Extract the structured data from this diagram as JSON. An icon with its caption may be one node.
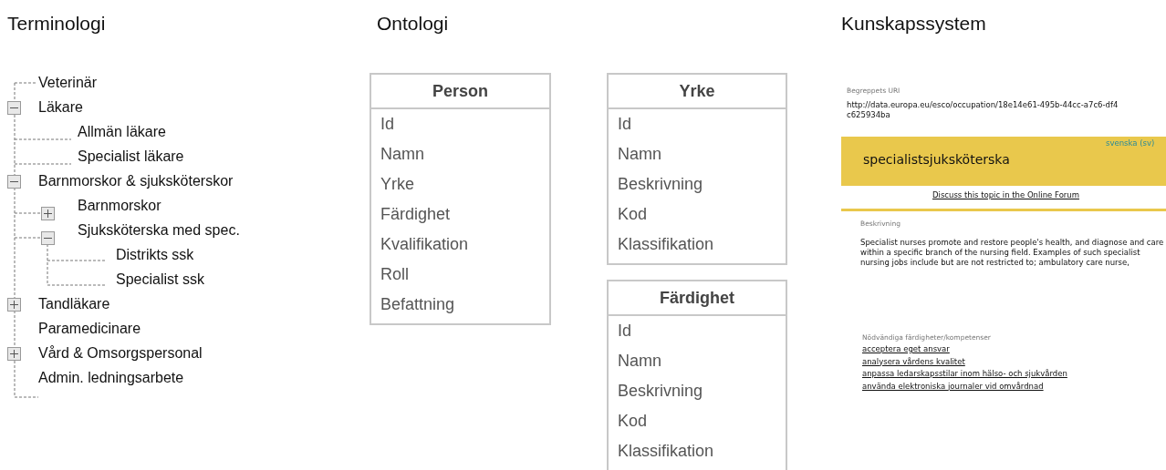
{
  "diagram": {
    "nodes": [
      {
        "text": [
          "Person",
          "Id",
          "Namn",
          "Yrke",
          "Färdighet",
          "Kvalifikation",
          "Roll",
          "Befattning"
        ]
      },
      {
        "text": [
          "Yrke",
          "Id",
          "Namn",
          "Beskrivning",
          "Kod",
          "Klassifikation"
        ]
      },
      {
        "text": [
          "Färdighet",
          "Id",
          "Namn",
          "Beskrivning",
          "Kod",
          "Klassifikation"
        ]
      }
    ],
    "edges": [],
    "labels": [
      "Terminologi",
      "Ontologi",
      "Kunskapssystem",
      "Veterinär",
      "Läkare",
      "Allmän läkare",
      "Specialist läkare",
      "Barnmorskor & sjuksköterskor",
      "Barnmorskor",
      "Sjuksköterska med spec.",
      "Distrikts ssk",
      "Specialist ssk",
      "Tandläkare",
      "Paramedicinare",
      "Vård & Omsorgspersonal",
      "Admin. ledningsarbete",
      "Begreppets URI",
      "http://data.europa.eu/esco/occupation/18e14e61-495b-44cc-a7c6-df4c625934ba",
      "svenska (sv)",
      "specialistsjuksköterska",
      "Discuss this topic in the Online Forum",
      "Beskrivning",
      "Specialist nurses promote and restore people's health, and diagnose and care within a specific branch of the nursing field. Examples of such specialist nursing jobs include but are not restricted to; ambulatory care nurse,",
      "Nödvändiga färdigheter/kompetenser",
      "acceptera eget ansvar",
      "analysera vårdens kvalitet",
      "anpassa ledarskapsstilar inom hälso- och sjukvården",
      "använda elektroniska journaler vid omvårdnad"
    ]
  }
}
